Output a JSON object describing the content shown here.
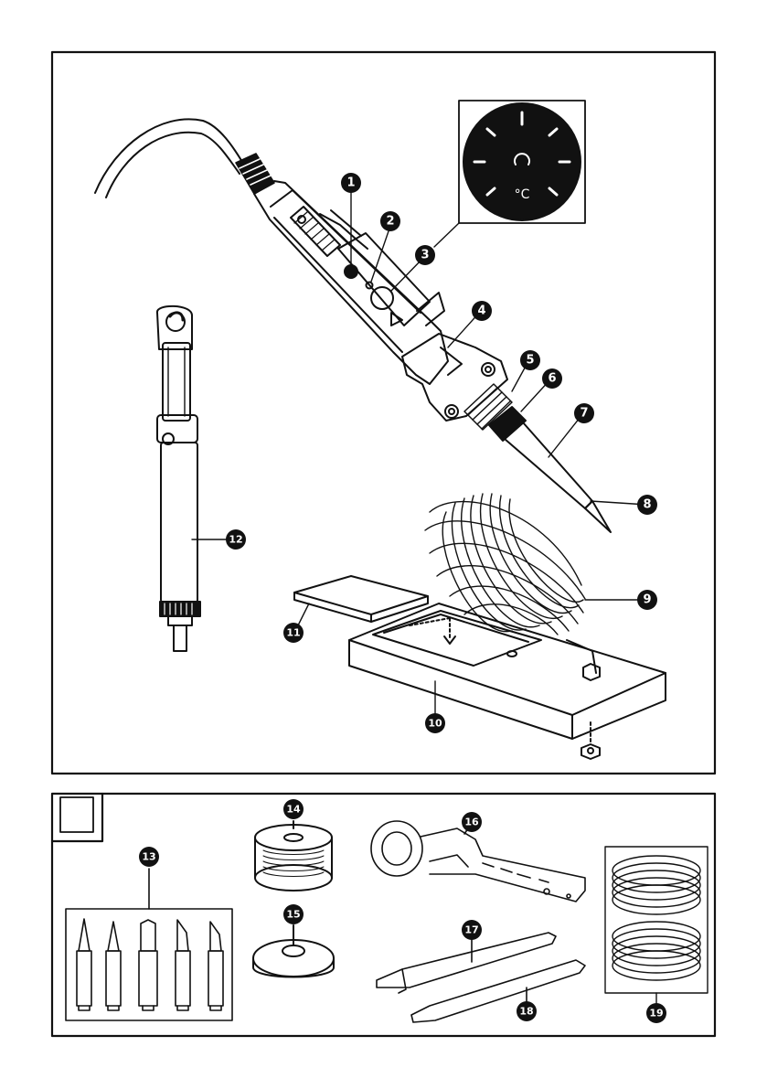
{
  "callouts": [
    "1",
    "2",
    "3",
    "4",
    "5",
    "6",
    "7",
    "8",
    "9",
    "10",
    "11",
    "12",
    "13",
    "14",
    "15",
    "16",
    "17",
    "18",
    "19"
  ],
  "display": {
    "unit": "°C"
  },
  "colors": {
    "ink": "#111111",
    "paper": "#ffffff"
  }
}
